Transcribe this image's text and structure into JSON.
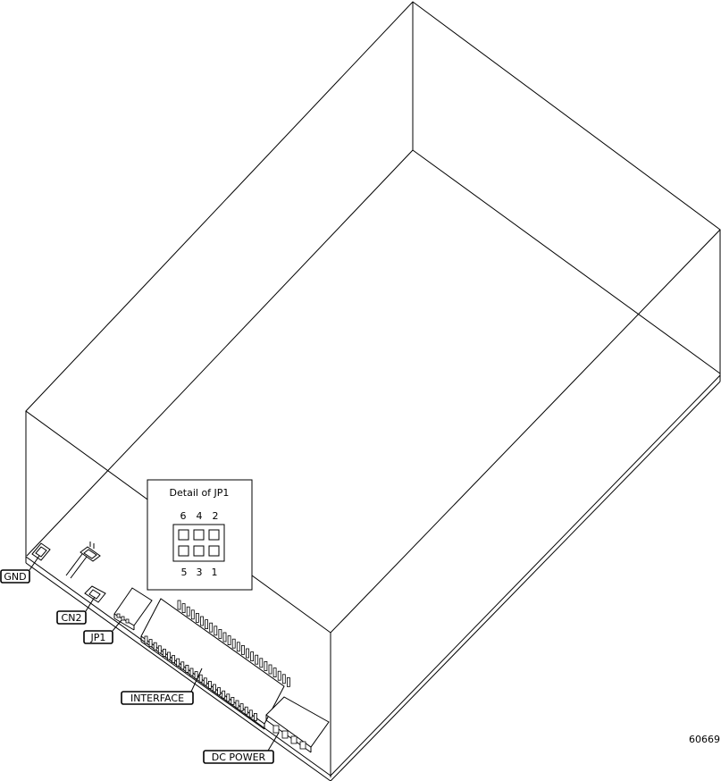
{
  "labels": {
    "gnd": "GND",
    "cn2": "CN2",
    "jp1": "JP1",
    "interface": "INTERFACE",
    "dc_power": "DC POWER"
  },
  "detail": {
    "title": "Detail of JP1",
    "top_pins": [
      "6",
      "4",
      "2"
    ],
    "bottom_pins": [
      "5",
      "3",
      "1"
    ]
  },
  "figure_number": "60669"
}
